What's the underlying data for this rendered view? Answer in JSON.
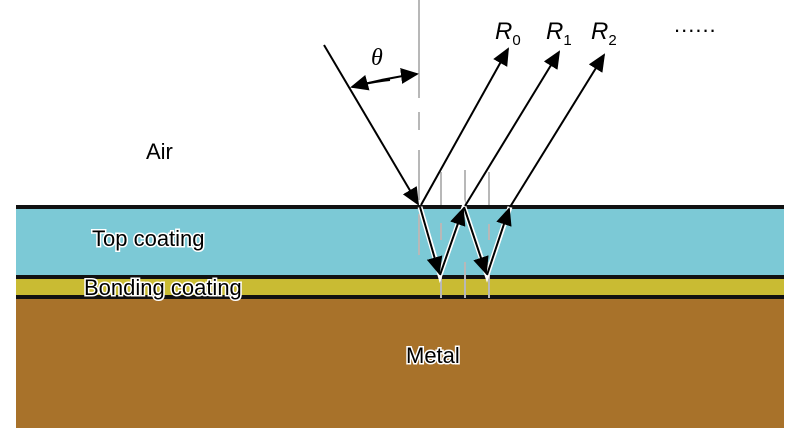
{
  "diagram": {
    "type": "thin-film multilayer reflection schematic",
    "regions": {
      "air": {
        "label": "Air",
        "color": "#ffffff"
      },
      "top_coating": {
        "label": "Top coating",
        "color": "#7cc9d6"
      },
      "bonding_coating": {
        "label": "Bonding coating",
        "color": "#c9bb33"
      },
      "metal": {
        "label": "Metal",
        "color": "#a8722a"
      }
    },
    "angle_label": "θ",
    "reflected_rays": [
      {
        "label": "R",
        "subscript": "0"
      },
      {
        "label": "R",
        "subscript": "1"
      },
      {
        "label": "R",
        "subscript": "2"
      }
    ],
    "ellipsis": "......",
    "colors": {
      "interface_line": "#111111",
      "ray": "#000000",
      "normal_line": "#b8b8b8"
    }
  }
}
